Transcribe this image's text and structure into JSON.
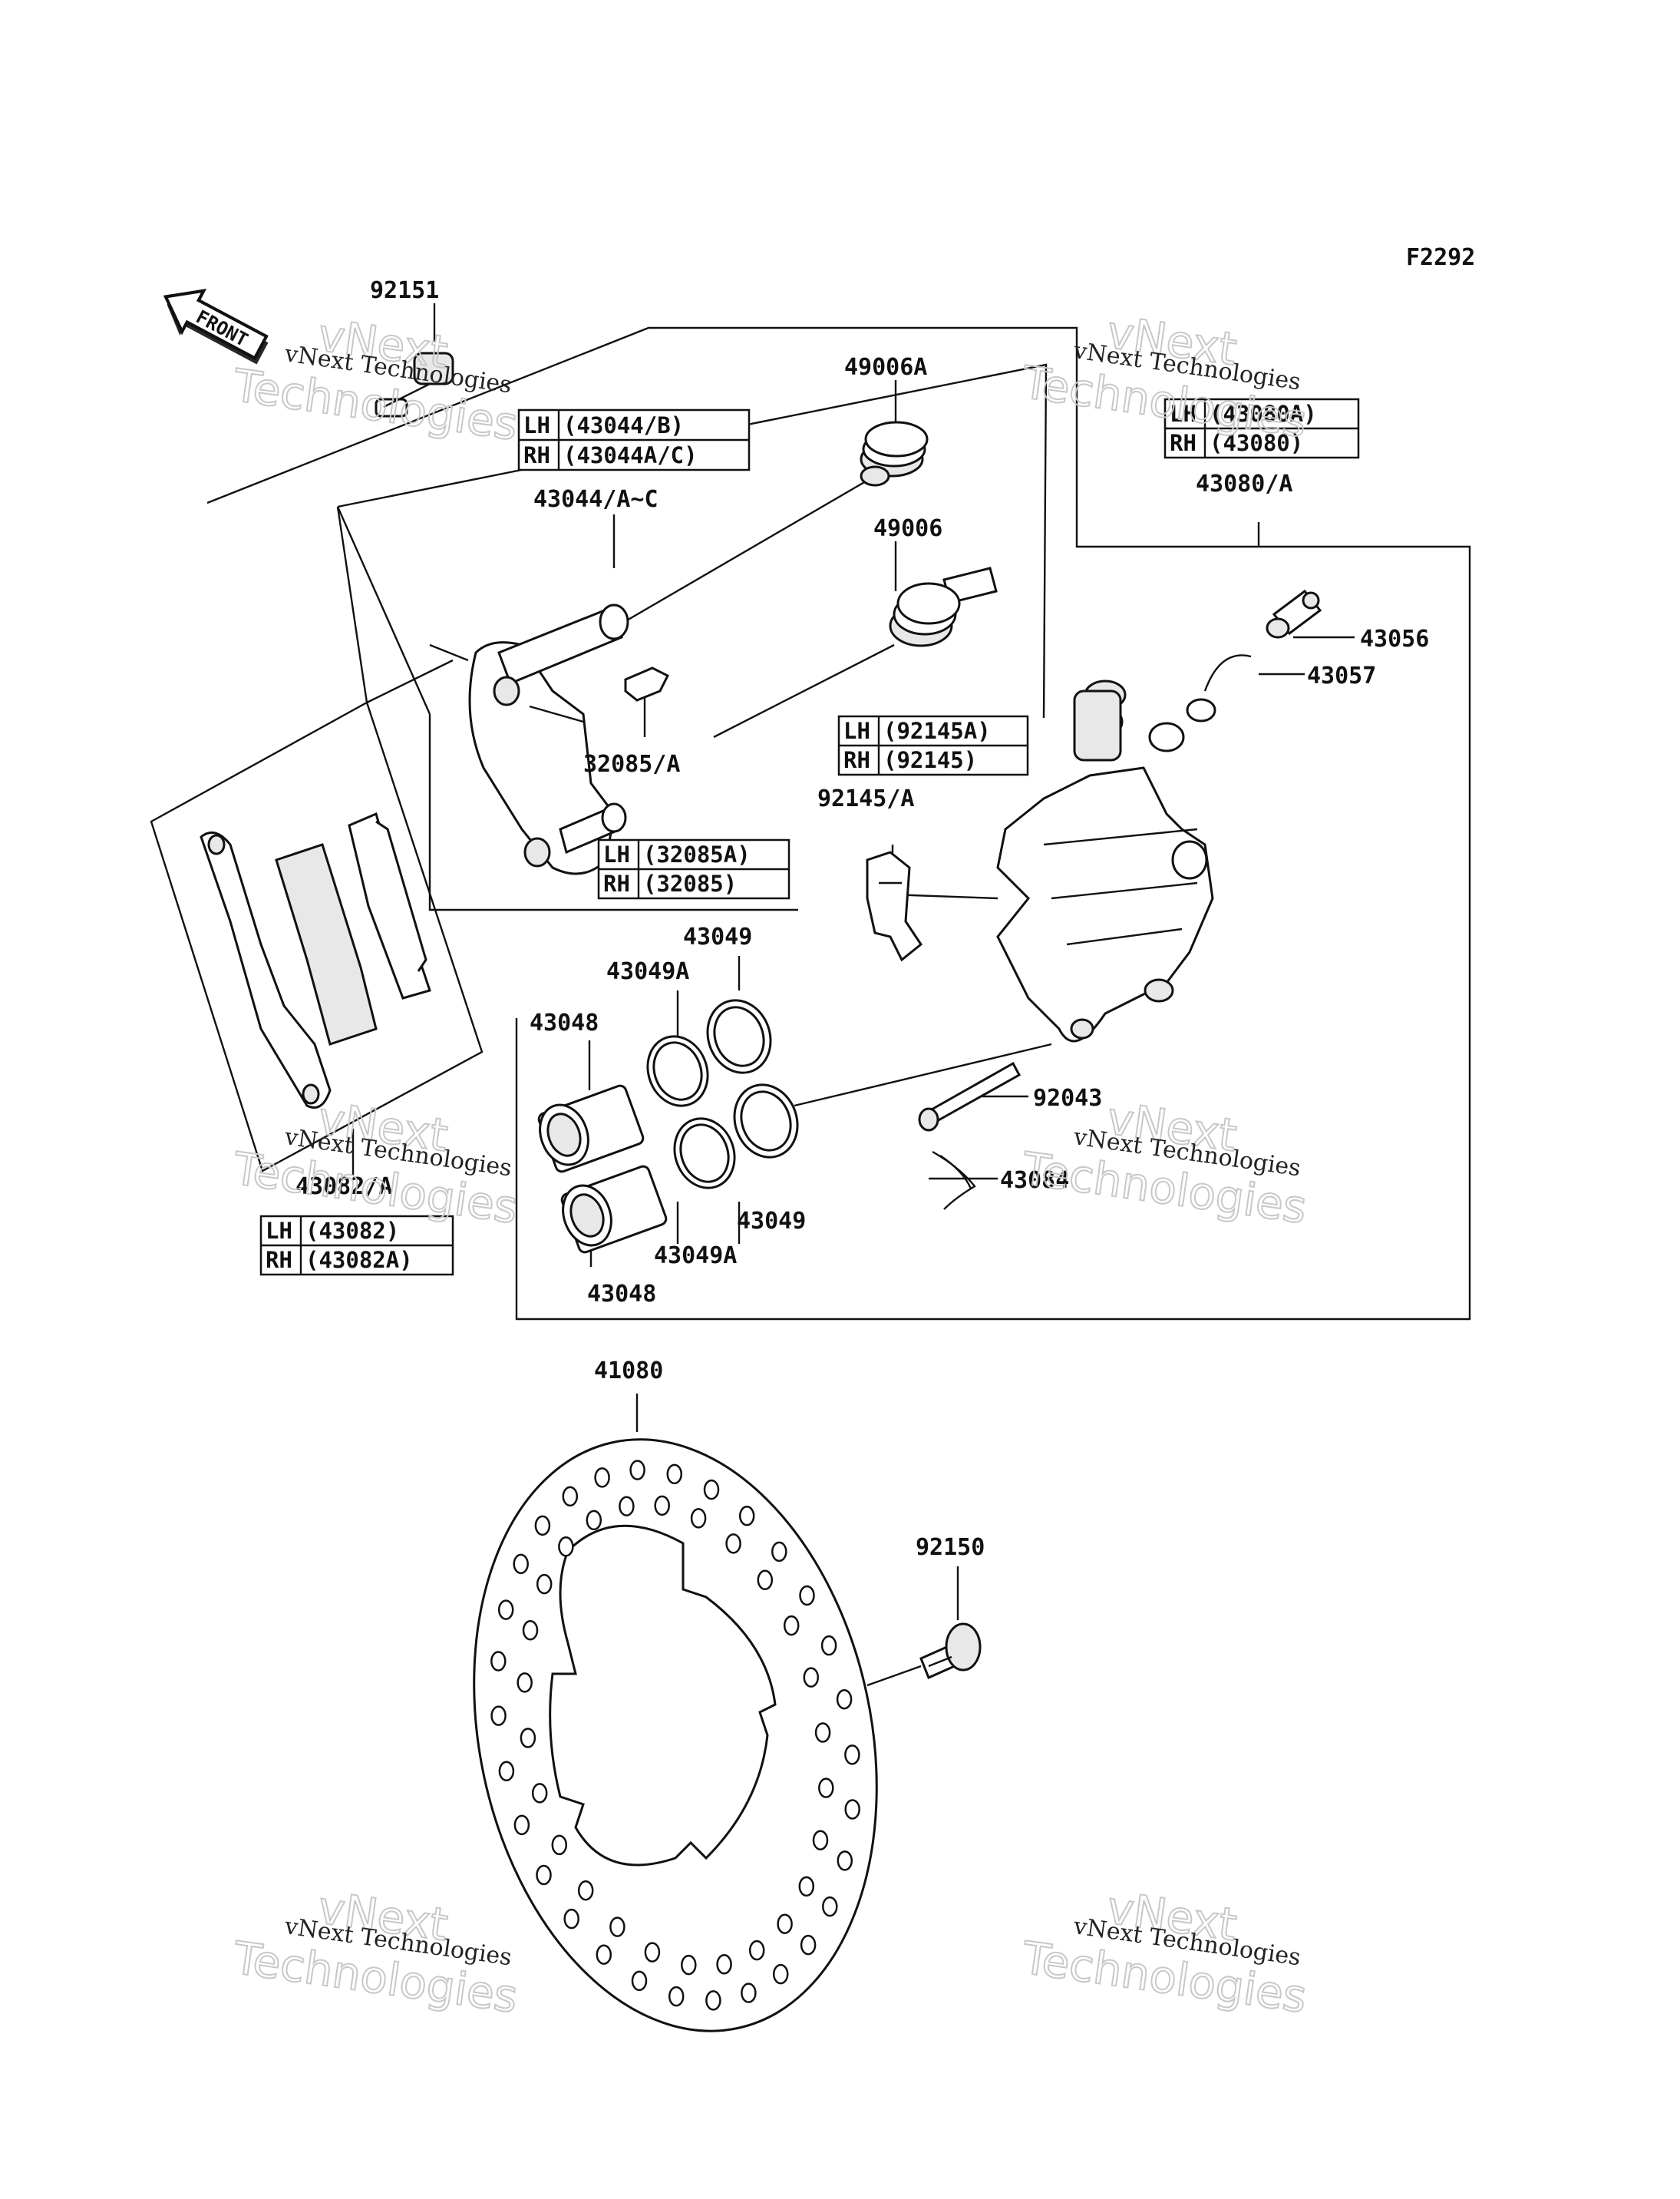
{
  "figure_id": "F2292",
  "front_arrow": "FRONT",
  "watermark": {
    "line1": "vNext Technologies",
    "line2": "vNext",
    "line3": "Technologies"
  },
  "labels": {
    "p92151": "92151",
    "p49006A": "49006A",
    "p43044": "43044/A~C",
    "p49006": "49006",
    "p32085": "32085/A",
    "p92145": "92145/A",
    "p43080": "43080/A",
    "p43056": "43056",
    "p43057": "43057",
    "p43049_top": "43049",
    "p43049A_top": "43049A",
    "p43048_top": "43048",
    "p92043": "92043",
    "p43084": "43084",
    "p43049_bot": "43049",
    "p43049A_bot": "43049A",
    "p43048_bot": "43048",
    "p43082": "43082/A",
    "p41080": "41080",
    "p92150": "92150"
  },
  "tables": {
    "t43044": {
      "rows": [
        {
          "side": "LH",
          "part": "(43044/B)"
        },
        {
          "side": "RH",
          "part": "(43044A/C)"
        }
      ]
    },
    "t43080": {
      "rows": [
        {
          "side": "LH",
          "part": "(43080A)"
        },
        {
          "side": "RH",
          "part": "(43080)"
        }
      ]
    },
    "t92145": {
      "rows": [
        {
          "side": "LH",
          "part": "(92145A)"
        },
        {
          "side": "RH",
          "part": "(92145)"
        }
      ]
    },
    "t32085": {
      "rows": [
        {
          "side": "LH",
          "part": "(32085A)"
        },
        {
          "side": "RH",
          "part": "(32085)"
        }
      ]
    },
    "t43082": {
      "rows": [
        {
          "side": "LH",
          "part": "(43082)"
        },
        {
          "side": "RH",
          "part": "(43082A)"
        }
      ]
    }
  }
}
